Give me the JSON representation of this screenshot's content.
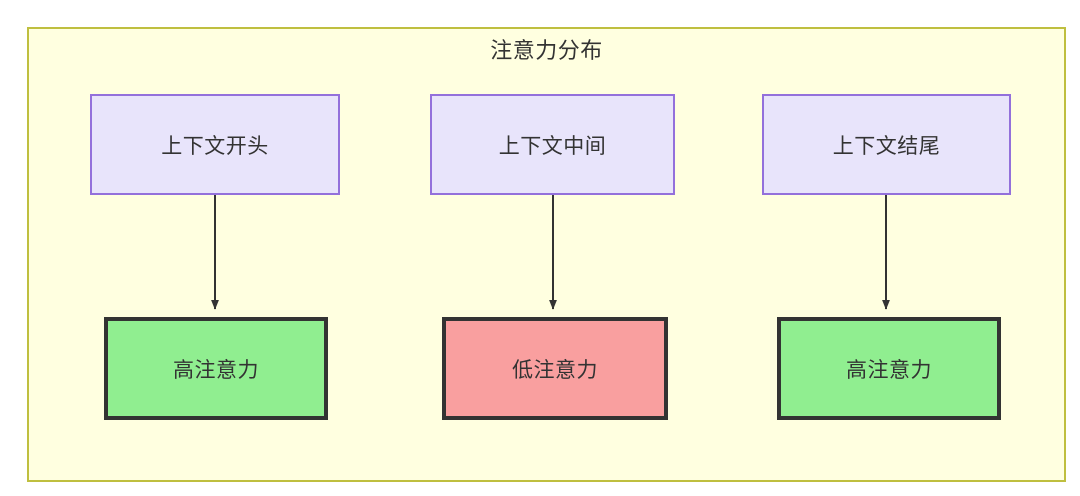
{
  "diagram": {
    "title": "注意力分布",
    "colors": {
      "container_fill": "#ffffe0",
      "container_border": "#bfbf3f",
      "context_fill": "#e8e4fb",
      "context_border": "#9370db",
      "high_attention_fill": "#90ee90",
      "low_attention_fill": "#f99f9f",
      "attention_border": "#333333",
      "edge": "#333333",
      "text": "#333333"
    },
    "context_nodes": [
      {
        "id": "ctx-start",
        "label": "上下文开头"
      },
      {
        "id": "ctx-middle",
        "label": "上下文中间"
      },
      {
        "id": "ctx-end",
        "label": "上下文结尾"
      }
    ],
    "attention_nodes": [
      {
        "id": "attn-high-start",
        "label": "高注意力",
        "level": "high"
      },
      {
        "id": "attn-low-middle",
        "label": "低注意力",
        "level": "low"
      },
      {
        "id": "attn-high-end",
        "label": "高注意力",
        "level": "high"
      }
    ],
    "edges": [
      {
        "from": "上下文开头",
        "to": "高注意力"
      },
      {
        "from": "上下文中间",
        "to": "低注意力"
      },
      {
        "from": "上下文结尾",
        "to": "高注意力"
      }
    ]
  }
}
